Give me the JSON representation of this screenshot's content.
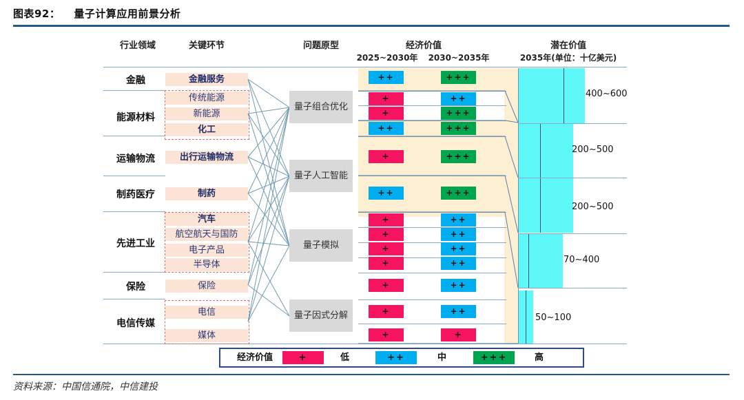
{
  "figure": {
    "label": "图表92：",
    "title": "量子计算应用前景分析"
  },
  "headers": {
    "industry": "行业领域",
    "segment": "关键环节",
    "problem": "问题原型",
    "econ_value": "经济价值",
    "period1": "2025~2030年",
    "period2": "2030~2035年",
    "potential": "潜在价值",
    "potential_sub": "2035年(单位：十亿美元)"
  },
  "industries": [
    {
      "name": "金融",
      "potential": "400~600"
    },
    {
      "name": "能源材料",
      "potential": "400~600"
    },
    {
      "name": "运输物流",
      "potential": "200~500"
    },
    {
      "name": "制药医疗",
      "potential": "200~500"
    },
    {
      "name": "先进工业",
      "potential": "70~400"
    },
    {
      "name": "保险",
      "potential": "50~100"
    },
    {
      "name": "电信传媒",
      "potential": "50~100"
    }
  ],
  "segments": [
    {
      "name": "金融服务",
      "industry": "金融",
      "v2030": "++",
      "v2035": "+++"
    },
    {
      "name": "传统能源",
      "industry": "能源材料",
      "v2030": "+",
      "v2035": "++"
    },
    {
      "name": "新能源",
      "industry": "能源材料",
      "v2030": "+",
      "v2035": "+++"
    },
    {
      "name": "化工",
      "industry": "能源材料",
      "v2030": "++",
      "v2035": "+++"
    },
    {
      "name": "出行运输物流",
      "industry": "运输物流",
      "v2030": "+",
      "v2035": "+++"
    },
    {
      "name": "制药",
      "industry": "制药医疗",
      "v2030": "++",
      "v2035": "+++"
    },
    {
      "name": "汽车",
      "industry": "先进工业",
      "v2030": "+",
      "v2035": "++"
    },
    {
      "name": "航空航天与国防",
      "industry": "先进工业",
      "v2030": "+",
      "v2035": "++"
    },
    {
      "name": "电子产品",
      "industry": "先进工业",
      "v2030": "+",
      "v2035": "++"
    },
    {
      "name": "半导体",
      "industry": "先进工业",
      "v2030": "+",
      "v2035": "++"
    },
    {
      "name": "保险",
      "industry": "保险",
      "v2030": "+",
      "v2035": "++"
    },
    {
      "name": "电信",
      "industry": "电信传媒",
      "v2030": "+",
      "v2035": "++"
    },
    {
      "name": "媒体",
      "industry": "电信传媒",
      "v2030": "+",
      "v2035": "+"
    }
  ],
  "problems": [
    "量子组合优化",
    "量子人工智能",
    "量子模拟",
    "量子因式分解"
  ],
  "potential_values": [
    "400~600",
    "200~500",
    "200~500",
    "70~400",
    "50~100"
  ],
  "legend": {
    "title": "经济价值",
    "items": [
      {
        "symbol": "+",
        "label": "低",
        "color": "#f5145f"
      },
      {
        "symbol": "++",
        "label": "中",
        "color": "#00aeef"
      },
      {
        "symbol": "+++",
        "label": "高",
        "color": "#00a64f"
      }
    ]
  },
  "colors": {
    "low": "#f5145f",
    "mid": "#00aeef",
    "high": "#00a64f",
    "segment_bg": "#fbe4d5",
    "problem_bg": "#d9d9d9",
    "band": "#fdf0d2",
    "potential_bar": "#5ff8f8",
    "rule": "#1f5b8a"
  },
  "source": "资料来源：中国信通院，中信建投"
}
